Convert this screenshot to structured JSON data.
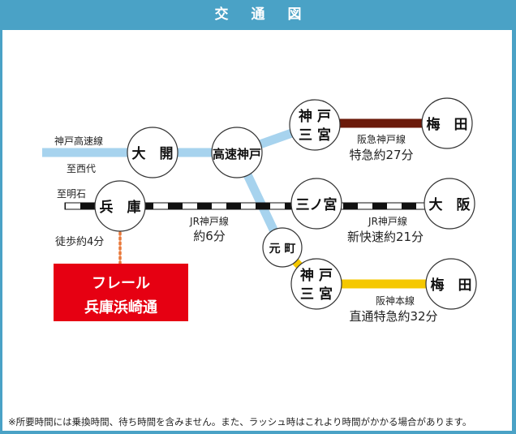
{
  "header": {
    "title": "交通図"
  },
  "stations": {
    "daikai": "大　開",
    "kosoku_kobe": "高速神戸",
    "hankyu_sannomiya_1": "神 戸",
    "hankyu_sannomiya_2": "三 宮",
    "hankyu_umeda": "梅　田",
    "hyogo": "兵　庫",
    "sannomiya_jr": "三ノ宮",
    "osaka": "大　阪",
    "motomachi": "元 町",
    "hanshin_sannomiya_1": "神 戸",
    "hanshin_sannomiya_2": "三 宮",
    "hanshin_umeda": "梅　田"
  },
  "labels": {
    "kobe_kosoku_line": "神戸高速線",
    "to_nishidai": "至西代",
    "to_akashi": "至明石",
    "walk": "徒歩約4分",
    "jr_line_1": "JR神戸線",
    "jr_time_1": "約6分",
    "hankyu_line": "阪急神戸線",
    "hankyu_time": "特急約27分",
    "jr_line_2": "JR神戸線",
    "jr_time_2": "新快速約21分",
    "hanshin_line": "阪神本線",
    "hanshin_time": "直通特急約32分"
  },
  "destination": {
    "line1": "フレール",
    "line2": "兵庫浜崎通"
  },
  "colors": {
    "kobe_kosoku": "#a7d3ee",
    "hankyu": "#6b1a0a",
    "hanshin": "#f5c800",
    "jr": "#111111",
    "walk": "#e8783a",
    "destination": "#e60012",
    "header": "#4aa2c6"
  },
  "footnote": "※所要時間には乗換時間、待ち時間を含みません。また、ラッシュ時はこれより時間がかかる場合があります。"
}
